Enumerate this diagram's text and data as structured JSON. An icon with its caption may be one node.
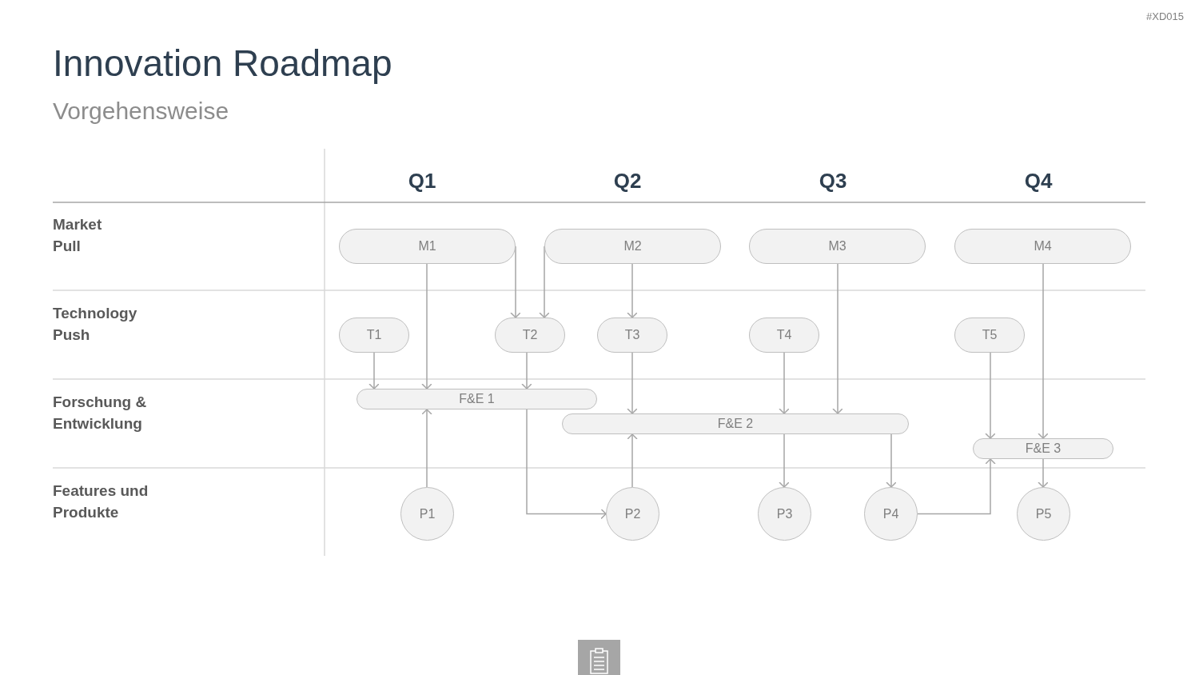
{
  "diagram": {
    "title": "Innovation Roadmap",
    "nodes": [
      {
        "text": [
          "M1"
        ]
      },
      {
        "text": [
          "M2"
        ]
      },
      {
        "text": [
          "M3"
        ]
      },
      {
        "text": [
          "M4"
        ]
      },
      {
        "text": [
          "T1"
        ]
      },
      {
        "text": [
          "T2"
        ]
      },
      {
        "text": [
          "T3"
        ]
      },
      {
        "text": [
          "T4"
        ]
      },
      {
        "text": [
          "T5"
        ]
      },
      {
        "text": [
          "F&E 1"
        ]
      },
      {
        "text": [
          "F&E 2"
        ]
      },
      {
        "text": [
          "F&E 3"
        ]
      },
      {
        "text": [
          "P1"
        ]
      },
      {
        "text": [
          "P2"
        ]
      },
      {
        "text": [
          "P3"
        ]
      },
      {
        "text": [
          "P4"
        ]
      },
      {
        "text": [
          "P5"
        ]
      }
    ],
    "edges": [
      {
        "from": 0,
        "to": 5,
        "arrow": "to"
      },
      {
        "from": 1,
        "to": 5,
        "arrow": "to"
      },
      {
        "from": 0,
        "to": 9,
        "arrow": "to"
      },
      {
        "from": 1,
        "to": 6,
        "arrow": "to"
      },
      {
        "from": 2,
        "to": 10,
        "arrow": "to"
      },
      {
        "from": 3,
        "to": 11,
        "arrow": "to"
      },
      {
        "from": 4,
        "to": 9,
        "arrow": "to"
      },
      {
        "from": 5,
        "to": 9,
        "arrow": "to"
      },
      {
        "from": 6,
        "to": 10,
        "arrow": "to"
      },
      {
        "from": 7,
        "to": 10,
        "arrow": "to"
      },
      {
        "from": 8,
        "to": 11,
        "arrow": "to"
      },
      {
        "from": 12,
        "to": 9,
        "arrow": "to"
      },
      {
        "from": 9,
        "to": 13,
        "arrow": "to"
      },
      {
        "from": 13,
        "to": 10,
        "arrow": "to"
      },
      {
        "from": 10,
        "to": 14,
        "arrow": "to"
      },
      {
        "from": 10,
        "to": 15,
        "arrow": "to"
      },
      {
        "from": 15,
        "to": 11,
        "arrow": "to"
      },
      {
        "from": 11,
        "to": 16,
        "arrow": "to"
      }
    ],
    "labels": [
      "#XD015",
      "Vorgehensweise",
      "Q1",
      "Q2",
      "Q3",
      "Q4",
      "Market Pull",
      "Technology Push",
      "Forschung & Entwicklung",
      "Features und Produkte"
    ]
  }
}
